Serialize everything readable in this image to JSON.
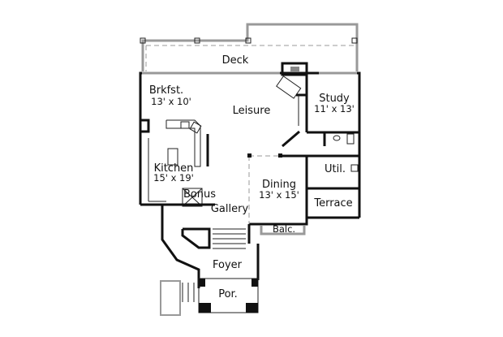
{
  "floor_plan": {
    "rooms": {
      "deck": {
        "name": "Deck"
      },
      "breakfast": {
        "name": "Brkfst.",
        "size": "13' x 10'"
      },
      "leisure": {
        "name": "Leisure"
      },
      "study": {
        "name": "Study",
        "size": "11' x 13'"
      },
      "kitchen": {
        "name": "Kitchen",
        "size": "15' x 19'"
      },
      "utility": {
        "name": "Util."
      },
      "dining": {
        "name": "Dining",
        "size": "13' x 15'"
      },
      "bonus": {
        "name": "Bonus"
      },
      "terrace": {
        "name": "Terrace"
      },
      "gallery": {
        "name": "Gallery"
      },
      "balcony": {
        "name": "Balc."
      },
      "foyer": {
        "name": "Foyer"
      },
      "porch": {
        "name": "Por."
      }
    }
  }
}
